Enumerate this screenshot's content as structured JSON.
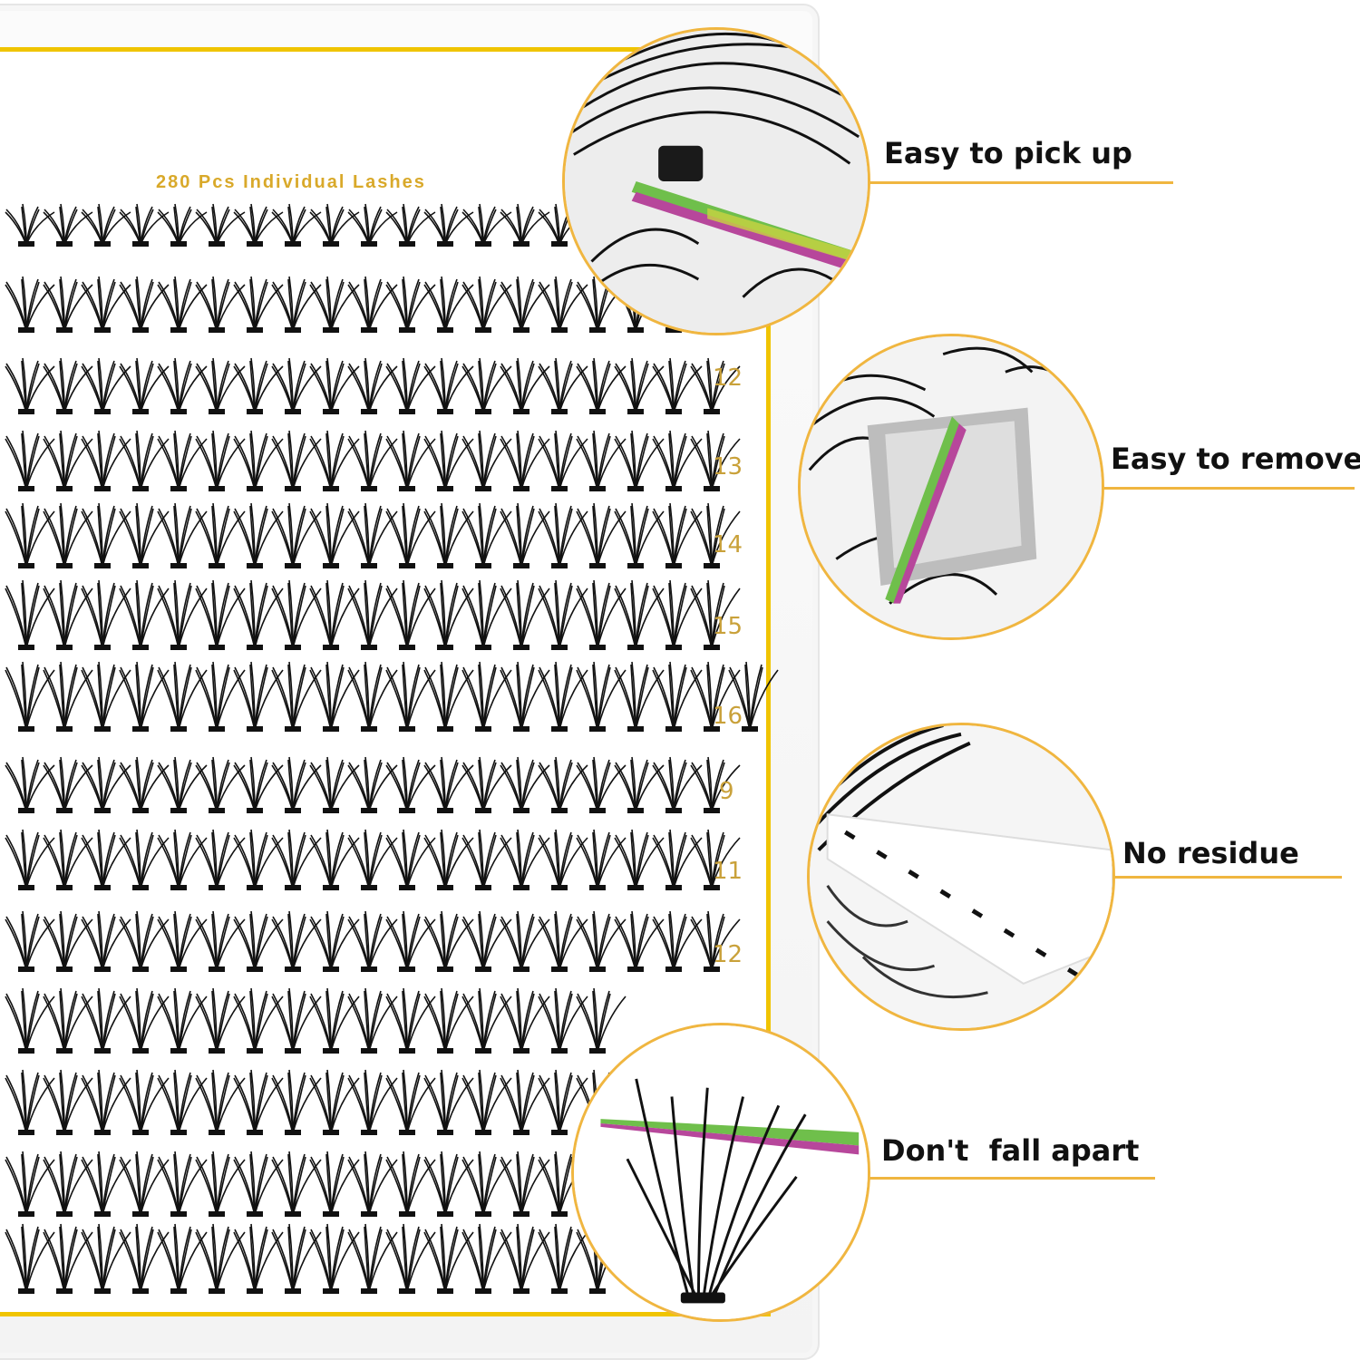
{
  "card": {
    "title": "280 Pcs Individual Lashes",
    "row_labels": [
      "12",
      "13",
      "14",
      "15",
      "16",
      "9",
      "11",
      "12"
    ]
  },
  "callouts": [
    {
      "text": "Easy to pick up"
    },
    {
      "text": "Easy to remove"
    },
    {
      "text": "No residue"
    },
    {
      "text": "Don't  fall apart"
    }
  ],
  "colors": {
    "accent": "#f0b640",
    "card_border": "#f0c400",
    "label": "#c9a13a",
    "lash": "#111111"
  }
}
